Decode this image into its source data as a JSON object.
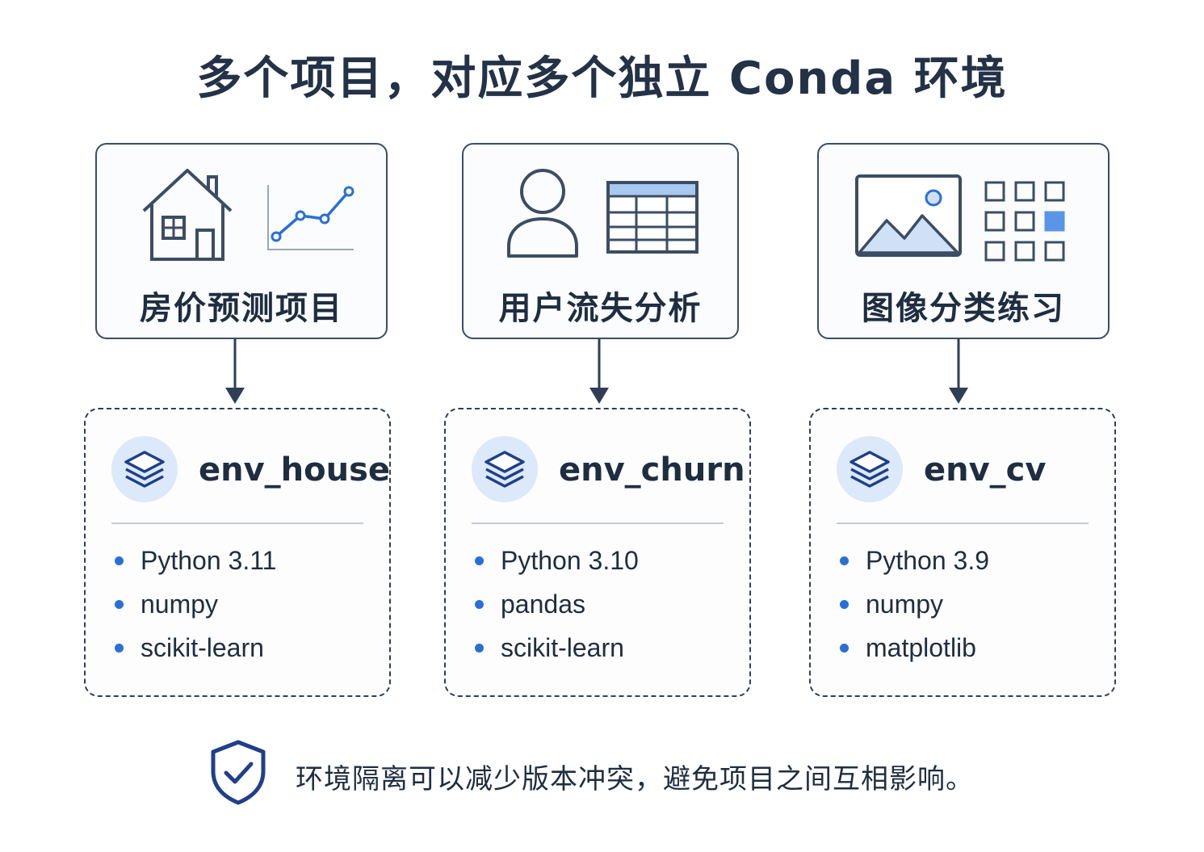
{
  "title": "多个项目，对应多个独立 Conda 环境",
  "projects": [
    {
      "label": "房价预测项目",
      "icons": [
        "house-icon",
        "line-chart-icon"
      ]
    },
    {
      "label": "用户流失分析",
      "icons": [
        "user-icon",
        "table-icon"
      ]
    },
    {
      "label": "图像分类练习",
      "icons": [
        "image-icon",
        "grid-icon"
      ]
    }
  ],
  "environments": [
    {
      "name": "env_house",
      "icon": "layers-icon",
      "packages": [
        "Python 3.11",
        "numpy",
        "scikit-learn"
      ]
    },
    {
      "name": "env_churn",
      "icon": "layers-icon",
      "packages": [
        "Python 3.10",
        "pandas",
        "scikit-learn"
      ]
    },
    {
      "name": "env_cv",
      "icon": "layers-icon",
      "packages": [
        "Python 3.9",
        "numpy",
        "matplotlib"
      ]
    }
  ],
  "footer": {
    "icon": "shield-check-icon",
    "text": "环境隔离可以减少版本冲突，避免项目之间互相影响。"
  },
  "colors": {
    "border": "#3c4d63",
    "accent": "#2a6fd6",
    "accent_light": "#dce9fa",
    "text": "#1f2d40"
  }
}
